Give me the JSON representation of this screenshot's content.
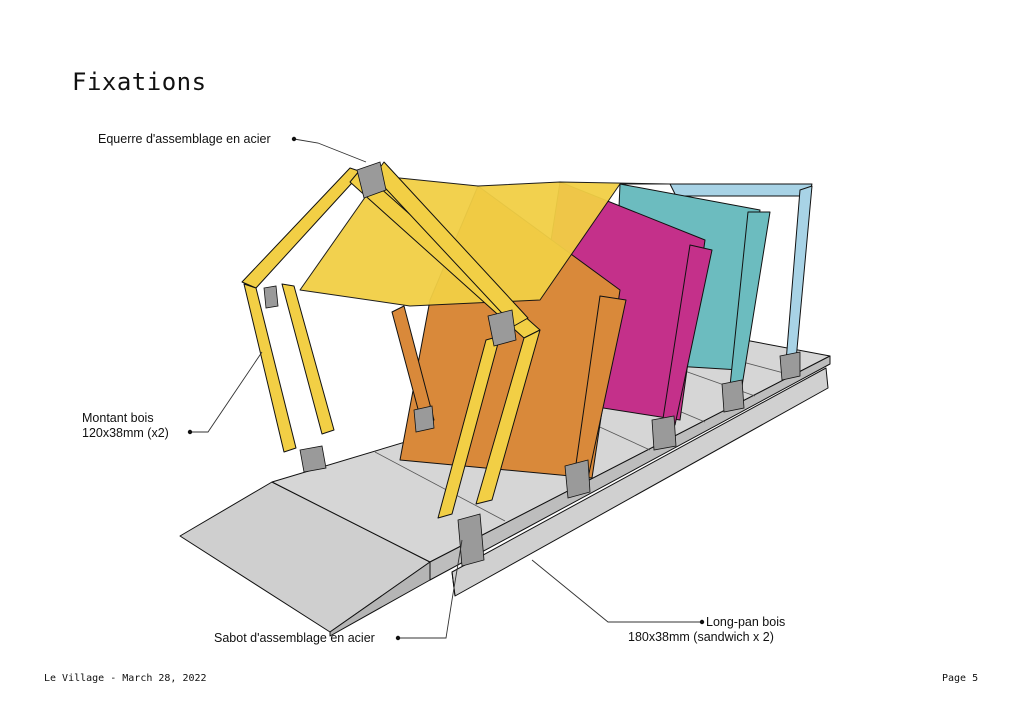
{
  "page": {
    "title": "Fixations",
    "footer_left": "Le Village - March 28, 2022",
    "footer_right": "Page 5"
  },
  "labels": {
    "equerre": "Equerre d'assemblage en acier",
    "montant_line1": "Montant bois",
    "montant_line2": "120x38mm (x2)",
    "sabot": "Sabot d'assemblage en acier",
    "longpan_line1": "Long-pan bois",
    "longpan_line2": "180x38mm (sandwich x 2)"
  },
  "colors": {
    "frame_yellow": "#f2cf45",
    "frame_orange": "#d9893a",
    "frame_magenta": "#c4308a",
    "frame_teal": "#6cbcbf",
    "frame_lightblue": "#a8d3e6",
    "deck": "#d4d4d4",
    "metal": "#9a9a9a",
    "outline": "#111111"
  }
}
